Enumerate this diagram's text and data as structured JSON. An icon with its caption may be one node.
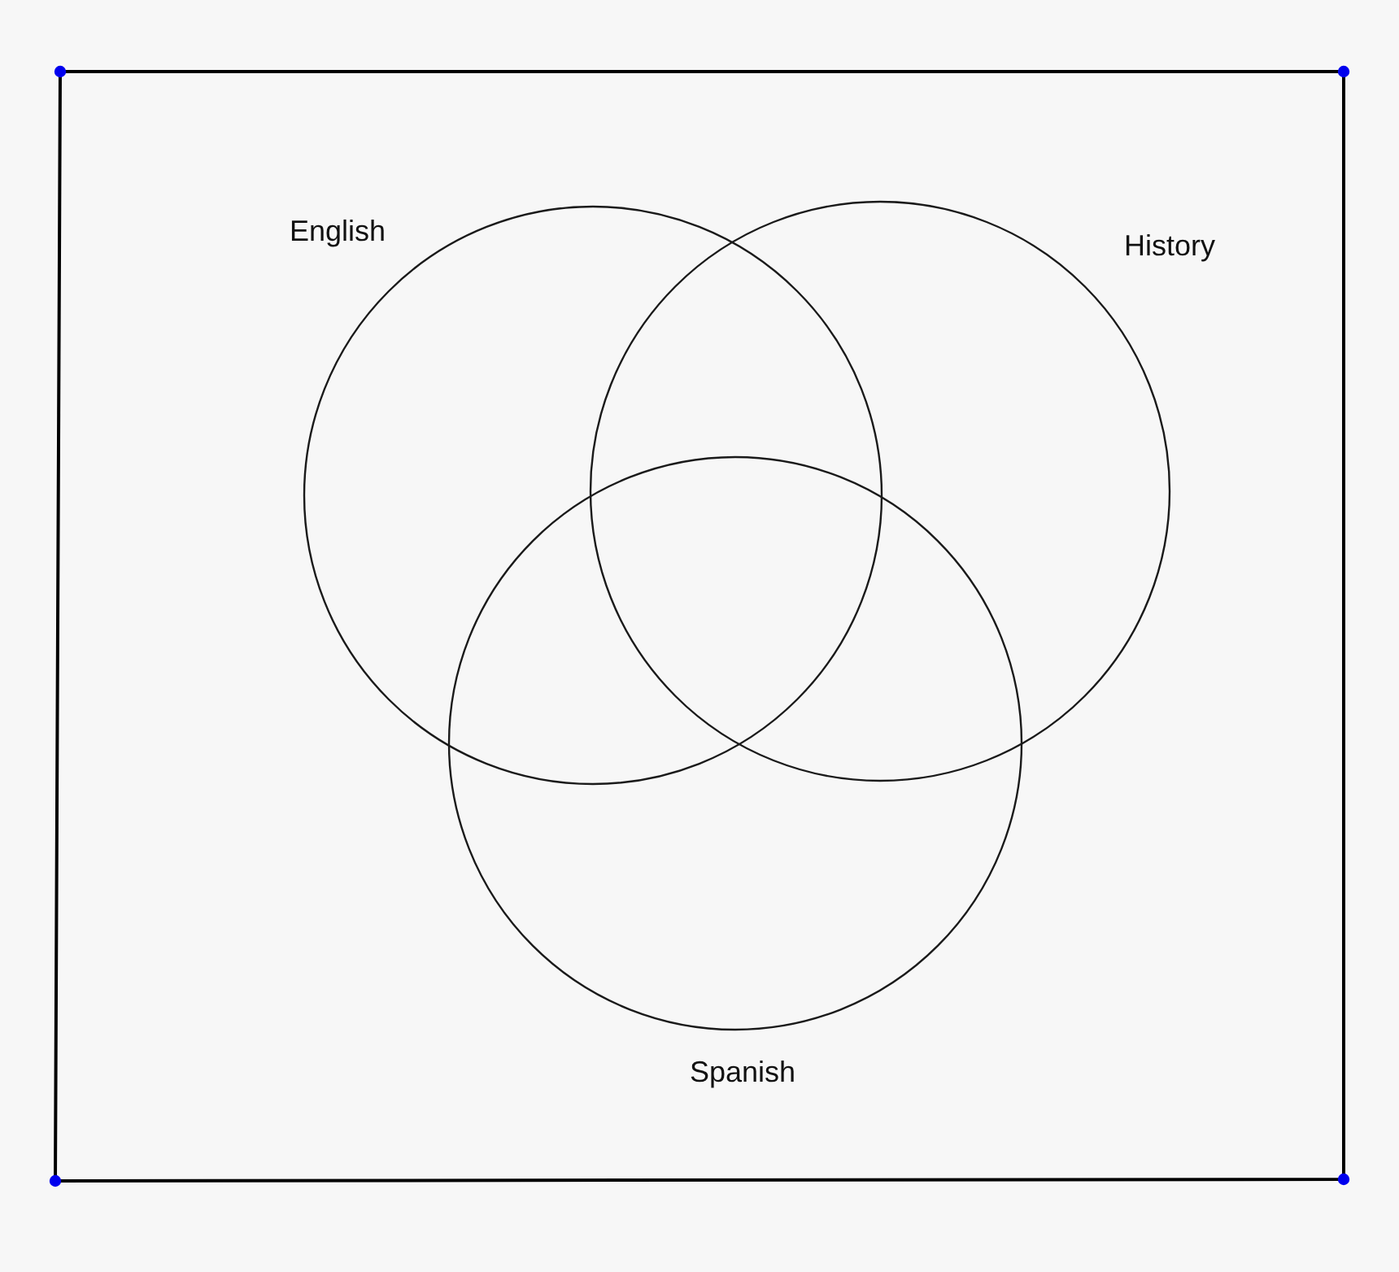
{
  "diagram": {
    "nodes": [
      {
        "text": [],
        "shape": "box"
      },
      {
        "text": [
          "English"
        ],
        "in": 0
      },
      {
        "text": [
          "History"
        ],
        "in": 0
      },
      {
        "text": [
          "Spanish"
        ],
        "in": 0
      }
    ]
  }
}
